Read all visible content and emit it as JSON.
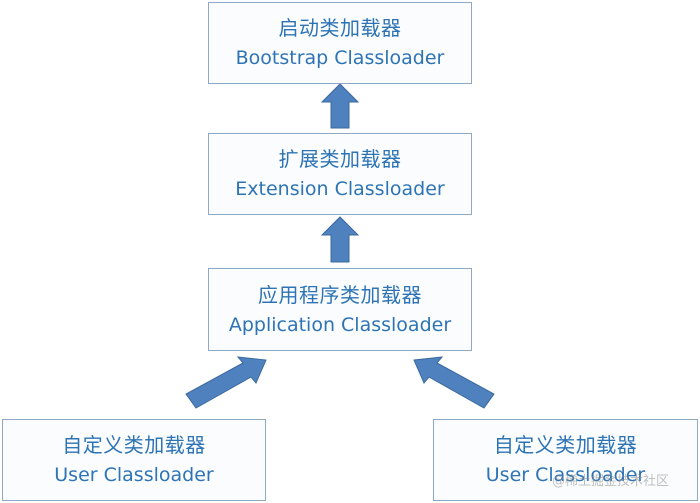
{
  "nodes": {
    "bootstrap": {
      "zh": "启动类加载器",
      "en": "Bootstrap Classloader"
    },
    "extension": {
      "zh": "扩展类加载器",
      "en": "Extension Classloader"
    },
    "application": {
      "zh": "应用程序类加载器",
      "en": "Application Classloader"
    },
    "user_left": {
      "zh": "自定义类加载器",
      "en": "User Classloader"
    },
    "user_right": {
      "zh": "自定义类加载器",
      "en": "User Classloader"
    }
  },
  "edges": [
    {
      "from": "extension",
      "to": "bootstrap"
    },
    {
      "from": "application",
      "to": "extension"
    },
    {
      "from": "user_left",
      "to": "application"
    },
    {
      "from": "user_right",
      "to": "application"
    }
  ],
  "watermark": "@稀土掘金技术社区",
  "colors": {
    "text": "#2e74b5",
    "border": "#8fa8c4",
    "arrow": "#4e81bd"
  }
}
